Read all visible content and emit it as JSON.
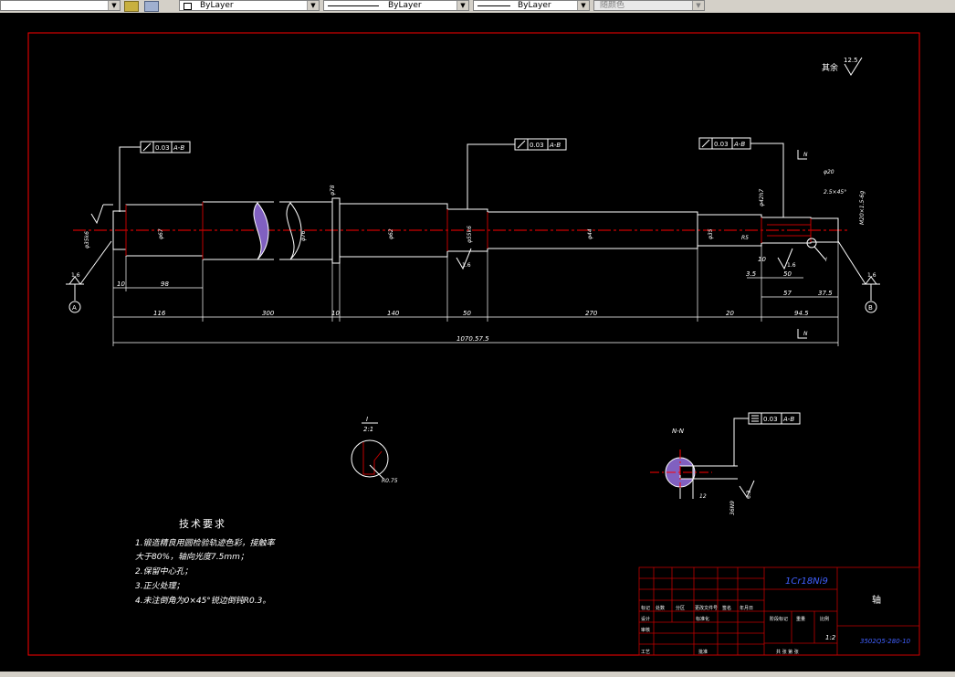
{
  "toolbar": {
    "layer_control": "",
    "color_control": "ByLayer",
    "linetype_control": "ByLayer",
    "lineweight_control": "ByLayer",
    "plotstyle_control": "随颜色"
  },
  "drawing": {
    "surface_finish_rest": "其余",
    "surface_finish_rest_value": "12.5",
    "tolerance_frame_left": {
      "value": "0.03",
      "datum": "A-B"
    },
    "tolerance_frame_mid": {
      "value": "0.03",
      "datum": "A-B"
    },
    "tolerance_frame_right": {
      "value": "0.03",
      "datum": "A-B"
    },
    "tolerance_frame_section": {
      "value": "0.03",
      "datum": "A-B"
    },
    "datum_a": "A",
    "datum_b": "B",
    "roughness_a": "1.6",
    "roughness_b": "1.6",
    "roughness_mid": "1.6",
    "roughness_right": "1.6",
    "section_mark_n": "N",
    "section_label": "N-N",
    "detail_label": "I",
    "detail_scale": "2:1",
    "detail_radius": "R0.75",
    "chamfer_note": "2.5×45°",
    "thread_note": "M20×1.5-6g",
    "dim_diameters": {
      "d1": "φ35k6",
      "d2": "φ67",
      "d3": "φ76",
      "d4": "φ78",
      "d5": "φ62",
      "d6": "φ55k6",
      "d7": "φ44",
      "d8": "φ42h7",
      "d9": "φ20",
      "d10": "φ35",
      "d11": "R5"
    },
    "dim_lengths": {
      "l1": "10",
      "l2": "98",
      "l3": "116",
      "l4": "300",
      "l5": "10",
      "l6": "140",
      "l7": "50",
      "l8": "270",
      "l9": "20",
      "l10": "94.5",
      "l11": "57",
      "l12": "37.5",
      "l13": "3.5",
      "l14": "50",
      "l15": "10",
      "total": "1070.57.5"
    },
    "section_dims": {
      "width": "12",
      "depth": "36N9",
      "roughness": "6.3"
    },
    "tech_requirements_title": "技术要求",
    "tech_requirements": [
      "1.锻造精良用圆检验轨迹色彩，接触率",
      "大于80%，轴向光度7.5mm；",
      "2.保留中心孔；",
      "3.正火处理；",
      "4.未注倒角为0×45°锐边倒钝R0.3。"
    ],
    "title_block": {
      "material": "1Cr18Ni9",
      "part_name": "轴",
      "drawing_number": "3502Q5-280-10",
      "scale": "1:2",
      "sheet": "共 张  第 张",
      "row_labels": [
        "标记",
        "处数",
        "分区",
        "更改文件号",
        "签名",
        "年月日"
      ],
      "design": "设计",
      "standard": "标准化",
      "review": "审核",
      "process": "工艺",
      "approve": "批准",
      "stage_mark": "阶段标记",
      "weight": "重量",
      "ratio": "比例"
    }
  },
  "colors": {
    "border": "#ff0000",
    "outline": "#ffffff",
    "centerline": "#ff0000",
    "hatch": "#8060c0",
    "frame_line": "#c00000",
    "material_text": "#4060ff"
  }
}
